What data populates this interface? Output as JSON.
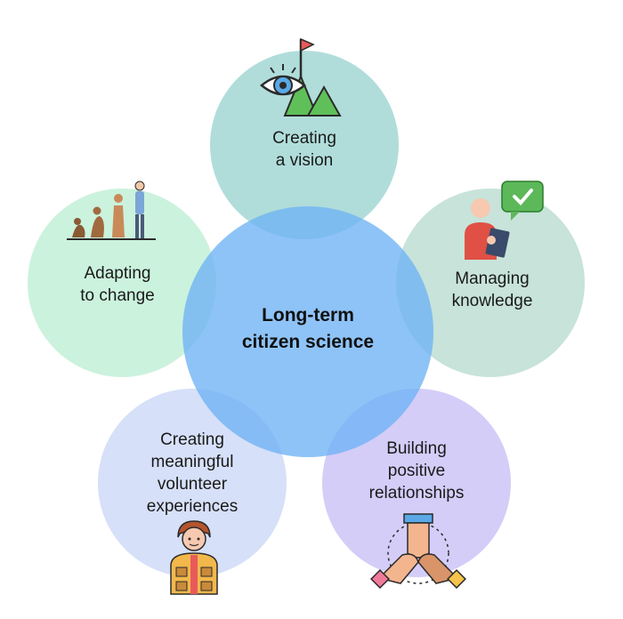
{
  "center": {
    "line1": "Long-term",
    "line2": "citizen science"
  },
  "nodes": {
    "vision": {
      "line1": "Creating",
      "line2": "a vision",
      "icon": "eye-mountain-flag-icon"
    },
    "knowledge": {
      "line1": "Managing",
      "line2": "knowledge",
      "icon": "person-tablet-chat-icon"
    },
    "relationships": {
      "line1": "Building",
      "line2": "positive",
      "line3": "relationships",
      "icon": "stacked-hands-icon"
    },
    "volunteer": {
      "line1": "Creating",
      "line2": "meaningful",
      "line3": "volunteer",
      "line4": "experiences",
      "icon": "volunteer-person-icon"
    },
    "change": {
      "line1": "Adapting",
      "line2": "to change",
      "icon": "evolution-icon"
    }
  },
  "colors": {
    "vision": "#a9dcd8",
    "knowledge": "#c6e3d9",
    "relationships": "#d4cdf6",
    "volunteer": "#d6dff7",
    "change": "#c9f2dd",
    "center": "#7fbdf5"
  }
}
